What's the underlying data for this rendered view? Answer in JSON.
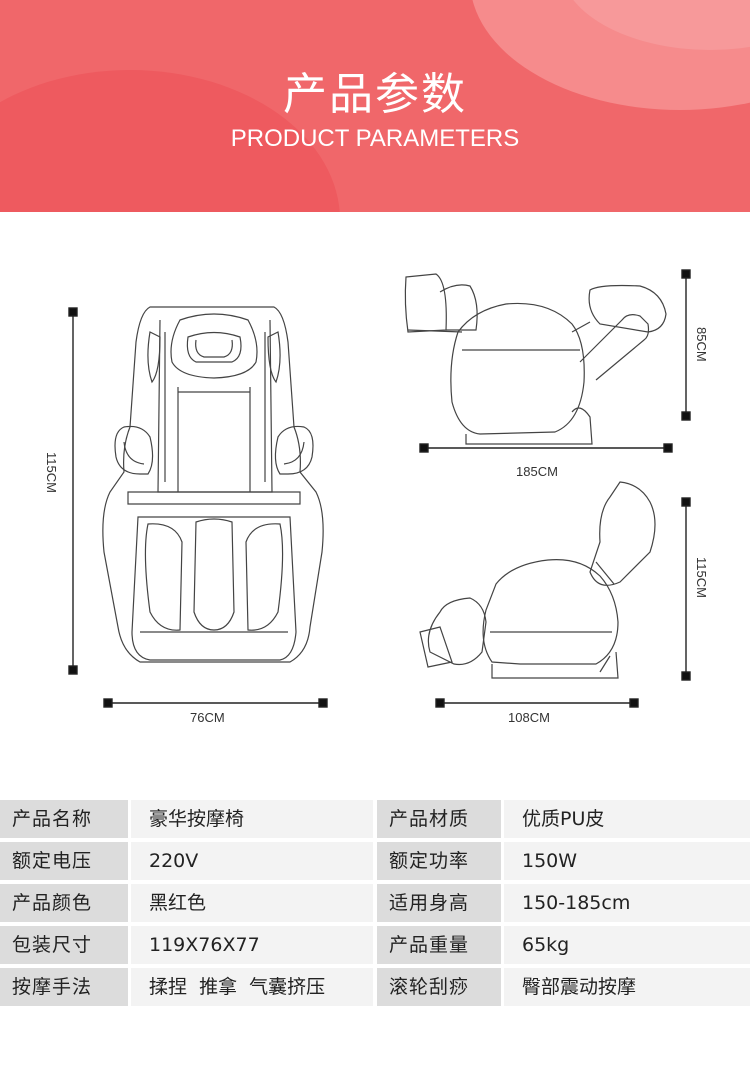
{
  "header": {
    "title_cn": "产品参数",
    "title_en": "PRODUCT PARAMETERS"
  },
  "dimensions": {
    "front_height": "115CM",
    "front_width": "76CM",
    "upright_height": "85CM",
    "upright_length": "185CM",
    "recline_height": "115CM",
    "recline_length": "108CM"
  },
  "specs": [
    {
      "label_a": "产品名称",
      "value_a": "豪华按摩椅",
      "label_b": "产品材质",
      "value_b": "优质PU皮"
    },
    {
      "label_a": "额定电压",
      "value_a": "220V",
      "label_b": "额定功率",
      "value_b": "150W"
    },
    {
      "label_a": "产品颜色",
      "value_a": "黑红色",
      "label_b": "适用身高",
      "value_b": "150-185cm"
    },
    {
      "label_a": "包装尺寸",
      "value_a": "119X76X77",
      "label_b": "产品重量",
      "value_b": "65kg"
    },
    {
      "label_a": "按摩手法",
      "value_a": "揉捏  推拿  气囊挤压",
      "label_b": "滚轮刮痧",
      "value_b": "臀部震动按摩"
    }
  ],
  "colors": {
    "banner": "#f0676a",
    "label_bg": "#dcdcdc",
    "value_bg": "#f3f3f3"
  }
}
